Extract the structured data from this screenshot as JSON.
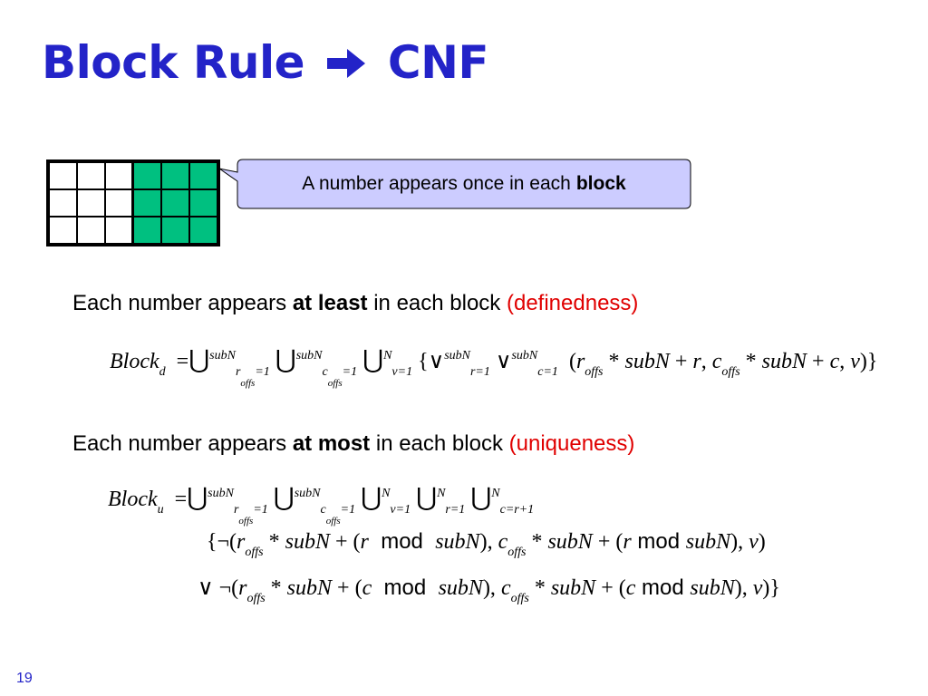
{
  "title": {
    "left": "Block Rule",
    "arrow_icon": "arrow-right-icon",
    "right": "CNF",
    "color": "#2323c8"
  },
  "grid": {
    "rows": 3,
    "cols": 6,
    "highlight_cols": [
      3,
      4,
      5
    ],
    "highlight_color": "#00c080"
  },
  "callout": {
    "text": "A number appears once in each",
    "bold": "block",
    "fill": "#ccccff"
  },
  "definedness": {
    "pre": "Each number appears",
    "bold": "at least",
    "post": "in each block",
    "tag": "(definedness)"
  },
  "uniqueness": {
    "pre": "Each number appears",
    "bold": "at most",
    "post": "in each block",
    "tag": "(uniqueness)"
  },
  "formula": {
    "block": "Block",
    "d": "d",
    "u": "u",
    "subN": "subN",
    "N": "N",
    "roffs": "r",
    "coffs": "c",
    "offs": "offs",
    "eq1": "=1",
    "v_eq1": "v=1",
    "r_eq1": "r=1",
    "c_eq1": "c=1",
    "c_eq_r1": "c=r+1",
    "mod": "mod"
  },
  "page_number": "19"
}
